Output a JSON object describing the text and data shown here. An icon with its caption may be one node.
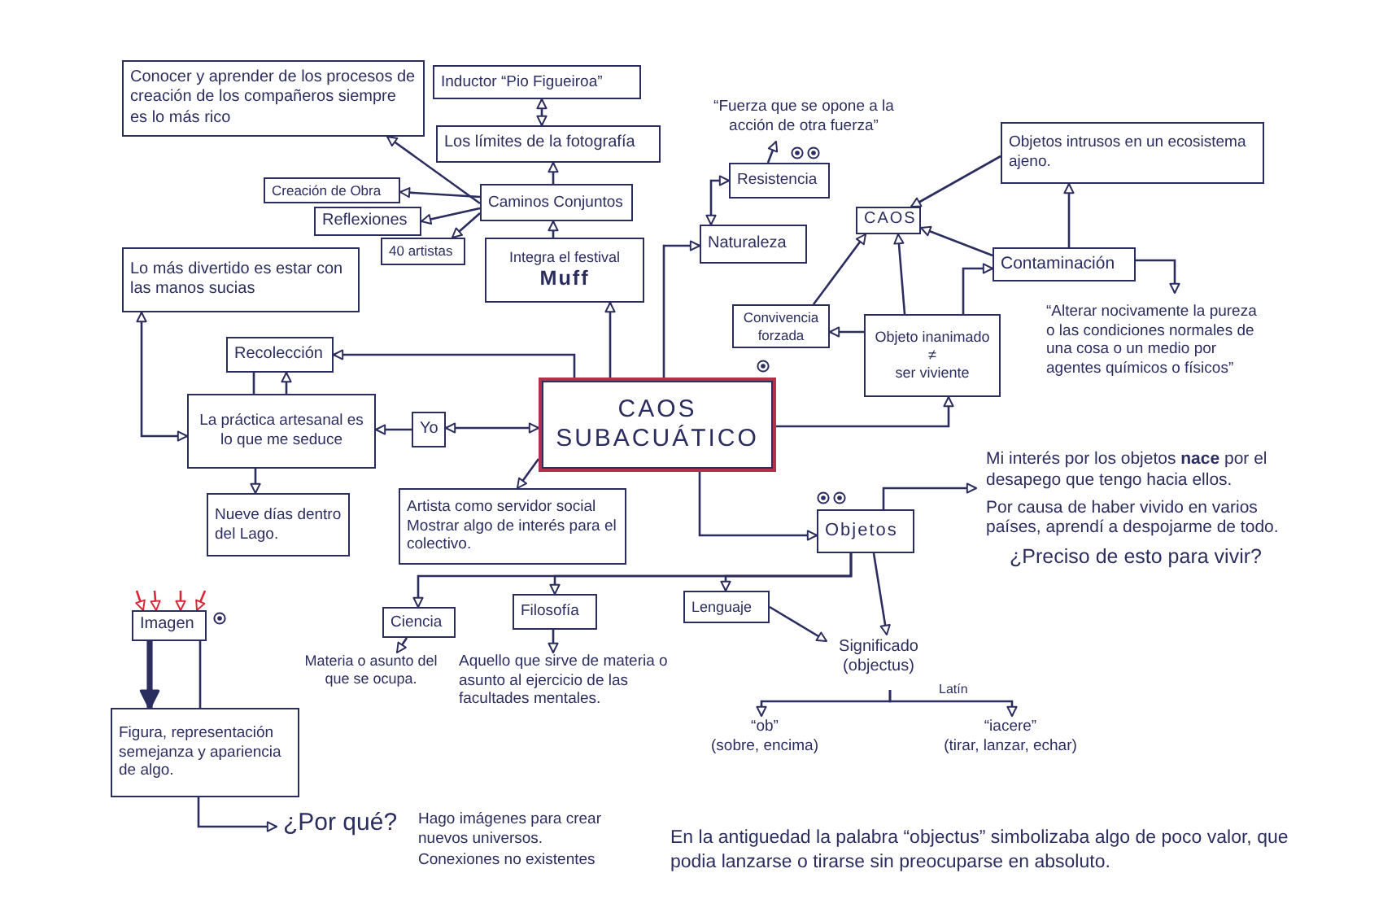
{
  "diagram": {
    "nodes": [
      {
        "text": [
          "Conocer y aprender de los procesos de creación de los compañeros siempre es lo más rico"
        ]
      },
      {
        "text": [
          "Inductor “Pio Figueiroa”"
        ]
      },
      {
        "text": [
          "Los límites de la fotografía"
        ]
      },
      {
        "text": [
          "“Fuerza que se opone a la acción de otra fuerza”"
        ]
      },
      {
        "text": [
          "Objetos intrusos en un ecosistema ajeno."
        ]
      },
      {
        "text": [
          "Creación de Obra"
        ]
      },
      {
        "text": [
          "Caminos Conjuntos"
        ]
      },
      {
        "text": [
          "Resistencia"
        ]
      },
      {
        "text": [
          "Reflexiones"
        ]
      },
      {
        "text": [
          "CAOS"
        ]
      },
      {
        "text": [
          "40 artistas"
        ]
      },
      {
        "text": [
          "Integra el festival **Muff**"
        ]
      },
      {
        "text": [
          "Naturaleza"
        ]
      },
      {
        "text": [
          "Contaminación"
        ]
      },
      {
        "text": [
          "Lo más divertido es estar con las manos sucias"
        ]
      },
      {
        "text": [
          "Convivencia forzada"
        ]
      },
      {
        "text": [
          "Objeto inanimado",
          "≠",
          "ser viviente"
        ]
      },
      {
        "text": [
          "“Alterar nocivamente la pureza o las condiciones normales de una cosa o un medio por agentes químicos o físicos”"
        ]
      },
      {
        "text": [
          "Recolección"
        ]
      },
      {
        "text": [
          "CAOS SUBACUÁTICO"
        ]
      },
      {
        "text": [
          "La práctica artesanal es lo que me seduce"
        ]
      },
      {
        "text": [
          "Yo"
        ]
      },
      {
        "text": [
          "Mi interés por los objetos **nace** por el desapego que tengo hacia ellos.",
          "Por causa de haber vivido en varios países, aprendí a despojarme de todo.",
          "¿Preciso de esto para vivir?"
        ]
      },
      {
        "text": [
          "Nueve días dentro del Lago."
        ]
      },
      {
        "text": [
          "Artista como servidor social Mostrar algo de interés para el colectivo."
        ]
      },
      {
        "text": [
          "Objetos"
        ]
      },
      {
        "text": [
          "Imagen"
        ]
      },
      {
        "text": [
          "Ciencia"
        ]
      },
      {
        "text": [
          "Filosofía"
        ]
      },
      {
        "text": [
          "Lenguaje"
        ]
      },
      {
        "text": [
          "Materia o asunto del que se ocupa."
        ]
      },
      {
        "text": [
          "Aquello que sirve de materia o asunto al ejercicio de las facultades mentales."
        ]
      },
      {
        "text": [
          "Significado",
          "(objectus)"
        ]
      },
      {
        "text": [
          "Figura, representación semejanza y apariencia de algo."
        ]
      },
      {
        "text": [
          "“ob”",
          "(sobre, encima)"
        ]
      },
      {
        "text": [
          "“iacere”",
          "(tirar, lanzar, echar)"
        ]
      },
      {
        "text": [
          "¿Por qué?"
        ]
      }
    ],
    "edges": [
      {
        "from": 6,
        "to": 0,
        "arrow": "to"
      },
      {
        "from": 6,
        "to": 5,
        "arrow": "to"
      },
      {
        "from": 6,
        "to": 8,
        "arrow": "to"
      },
      {
        "from": 6,
        "to": 10,
        "arrow": "to"
      },
      {
        "from": 6,
        "to": 2,
        "arrow": "to"
      },
      {
        "from": 2,
        "to": 1,
        "arrow": "both"
      },
      {
        "from": 11,
        "to": 6,
        "arrow": "to"
      },
      {
        "from": 19,
        "to": 11,
        "arrow": "to"
      },
      {
        "from": 19,
        "to": 12,
        "arrow": "to"
      },
      {
        "from": 12,
        "to": 7,
        "arrow": "both"
      },
      {
        "from": 7,
        "to": 3,
        "arrow": "to"
      },
      {
        "from": 4,
        "to": 9,
        "arrow": "to"
      },
      {
        "from": 13,
        "to": 9,
        "arrow": "to"
      },
      {
        "from": 13,
        "to": 4,
        "arrow": "to"
      },
      {
        "from": 13,
        "to": 17,
        "arrow": "to"
      },
      {
        "from": 15,
        "to": 9,
        "arrow": "to"
      },
      {
        "from": 16,
        "to": 9,
        "arrow": "to"
      },
      {
        "from": 16,
        "to": 15,
        "arrow": "to"
      },
      {
        "from": 16,
        "to": 13,
        "arrow": "to"
      },
      {
        "from": 19,
        "to": 16,
        "arrow": "to"
      },
      {
        "from": 19,
        "to": 25,
        "arrow": "to"
      },
      {
        "from": 19,
        "to": 18,
        "arrow": "to"
      },
      {
        "from": 21,
        "to": 19,
        "arrow": "both"
      },
      {
        "from": 21,
        "to": 20,
        "arrow": "to"
      },
      {
        "from": 19,
        "to": 24,
        "arrow": "to"
      },
      {
        "from": 18,
        "to": 20,
        "arrow": "none"
      },
      {
        "from": 20,
        "to": 18,
        "arrow": "to"
      },
      {
        "from": 14,
        "to": 20,
        "arrow": "both"
      },
      {
        "from": 20,
        "to": 23,
        "arrow": "to"
      },
      {
        "from": 25,
        "to": 22,
        "arrow": "to"
      },
      {
        "from": 25,
        "to": 29,
        "arrow": "to"
      },
      {
        "from": 25,
        "to": 28,
        "arrow": "to"
      },
      {
        "from": 25,
        "to": 27,
        "arrow": "to"
      },
      {
        "from": 25,
        "to": 32,
        "arrow": "to"
      },
      {
        "from": 29,
        "to": 32,
        "arrow": "to"
      },
      {
        "from": 32,
        "to": 34,
        "arrow": "to"
      },
      {
        "from": 32,
        "to": 35,
        "arrow": "to",
        "label": "Latín"
      },
      {
        "from": 27,
        "to": 30,
        "arrow": "to"
      },
      {
        "from": 28,
        "to": 31,
        "arrow": "to"
      },
      {
        "from": 26,
        "to": 33,
        "arrow": "to",
        "style": "thick"
      },
      {
        "from": 26,
        "to": 33,
        "arrow": "none"
      },
      {
        "from": 33,
        "to": 36,
        "arrow": "to"
      },
      {
        "from": null,
        "to": 26,
        "arrow": "to",
        "color": "#d62839"
      },
      {
        "from": null,
        "to": 26,
        "arrow": "to",
        "color": "#d62839"
      },
      {
        "from": null,
        "to": 26,
        "arrow": "to",
        "color": "#d62839"
      },
      {
        "from": null,
        "to": 26,
        "arrow": "to",
        "color": "#d62839"
      }
    ],
    "labels": [
      "Hago imágenes para crear nuevos universos. Conexiones no existentes",
      "En la antiguedad la palabra “objectus” simbolizaba algo de poco valor, que podia lanzarse o tirarse sin preocuparse en absoluto."
    ]
  }
}
